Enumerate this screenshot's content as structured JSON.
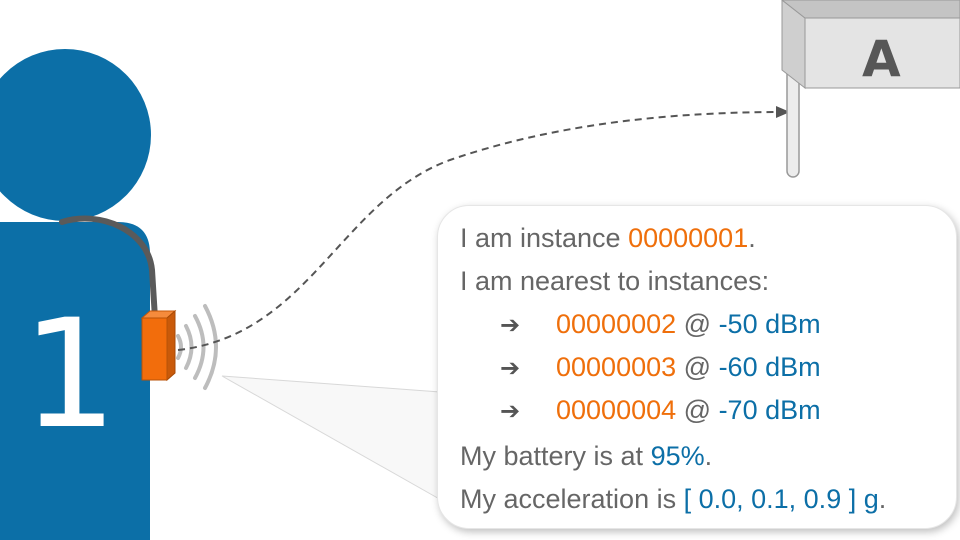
{
  "person": {
    "number": "1",
    "color": "#0c6fa7"
  },
  "device": {
    "color": "#f26d0c"
  },
  "sign": {
    "label": "A"
  },
  "message": {
    "line1": {
      "prefix": "I am instance ",
      "id": "00000001",
      "suffix": "."
    },
    "line2": {
      "text": "I am nearest to instances:"
    },
    "neighbors": [
      {
        "arrow": "➔",
        "id": "00000002",
        "at": " @ ",
        "rssi": "-50 dBm"
      },
      {
        "arrow": "➔",
        "id": "00000003",
        "at": " @ ",
        "rssi": "-60 dBm"
      },
      {
        "arrow": "➔",
        "id": "00000004",
        "at": " @ ",
        "rssi": "-70 dBm"
      }
    ],
    "battery": {
      "prefix": "My battery is at ",
      "value": "95%",
      "suffix": "."
    },
    "acceleration": {
      "prefix": "My acceleration is ",
      "value": "[ 0.0, 0.1, 0.9 ] g",
      "suffix": "."
    }
  },
  "colors": {
    "orange": "#ef6f0b",
    "blue": "#0c6fa7",
    "text": "#666666"
  }
}
